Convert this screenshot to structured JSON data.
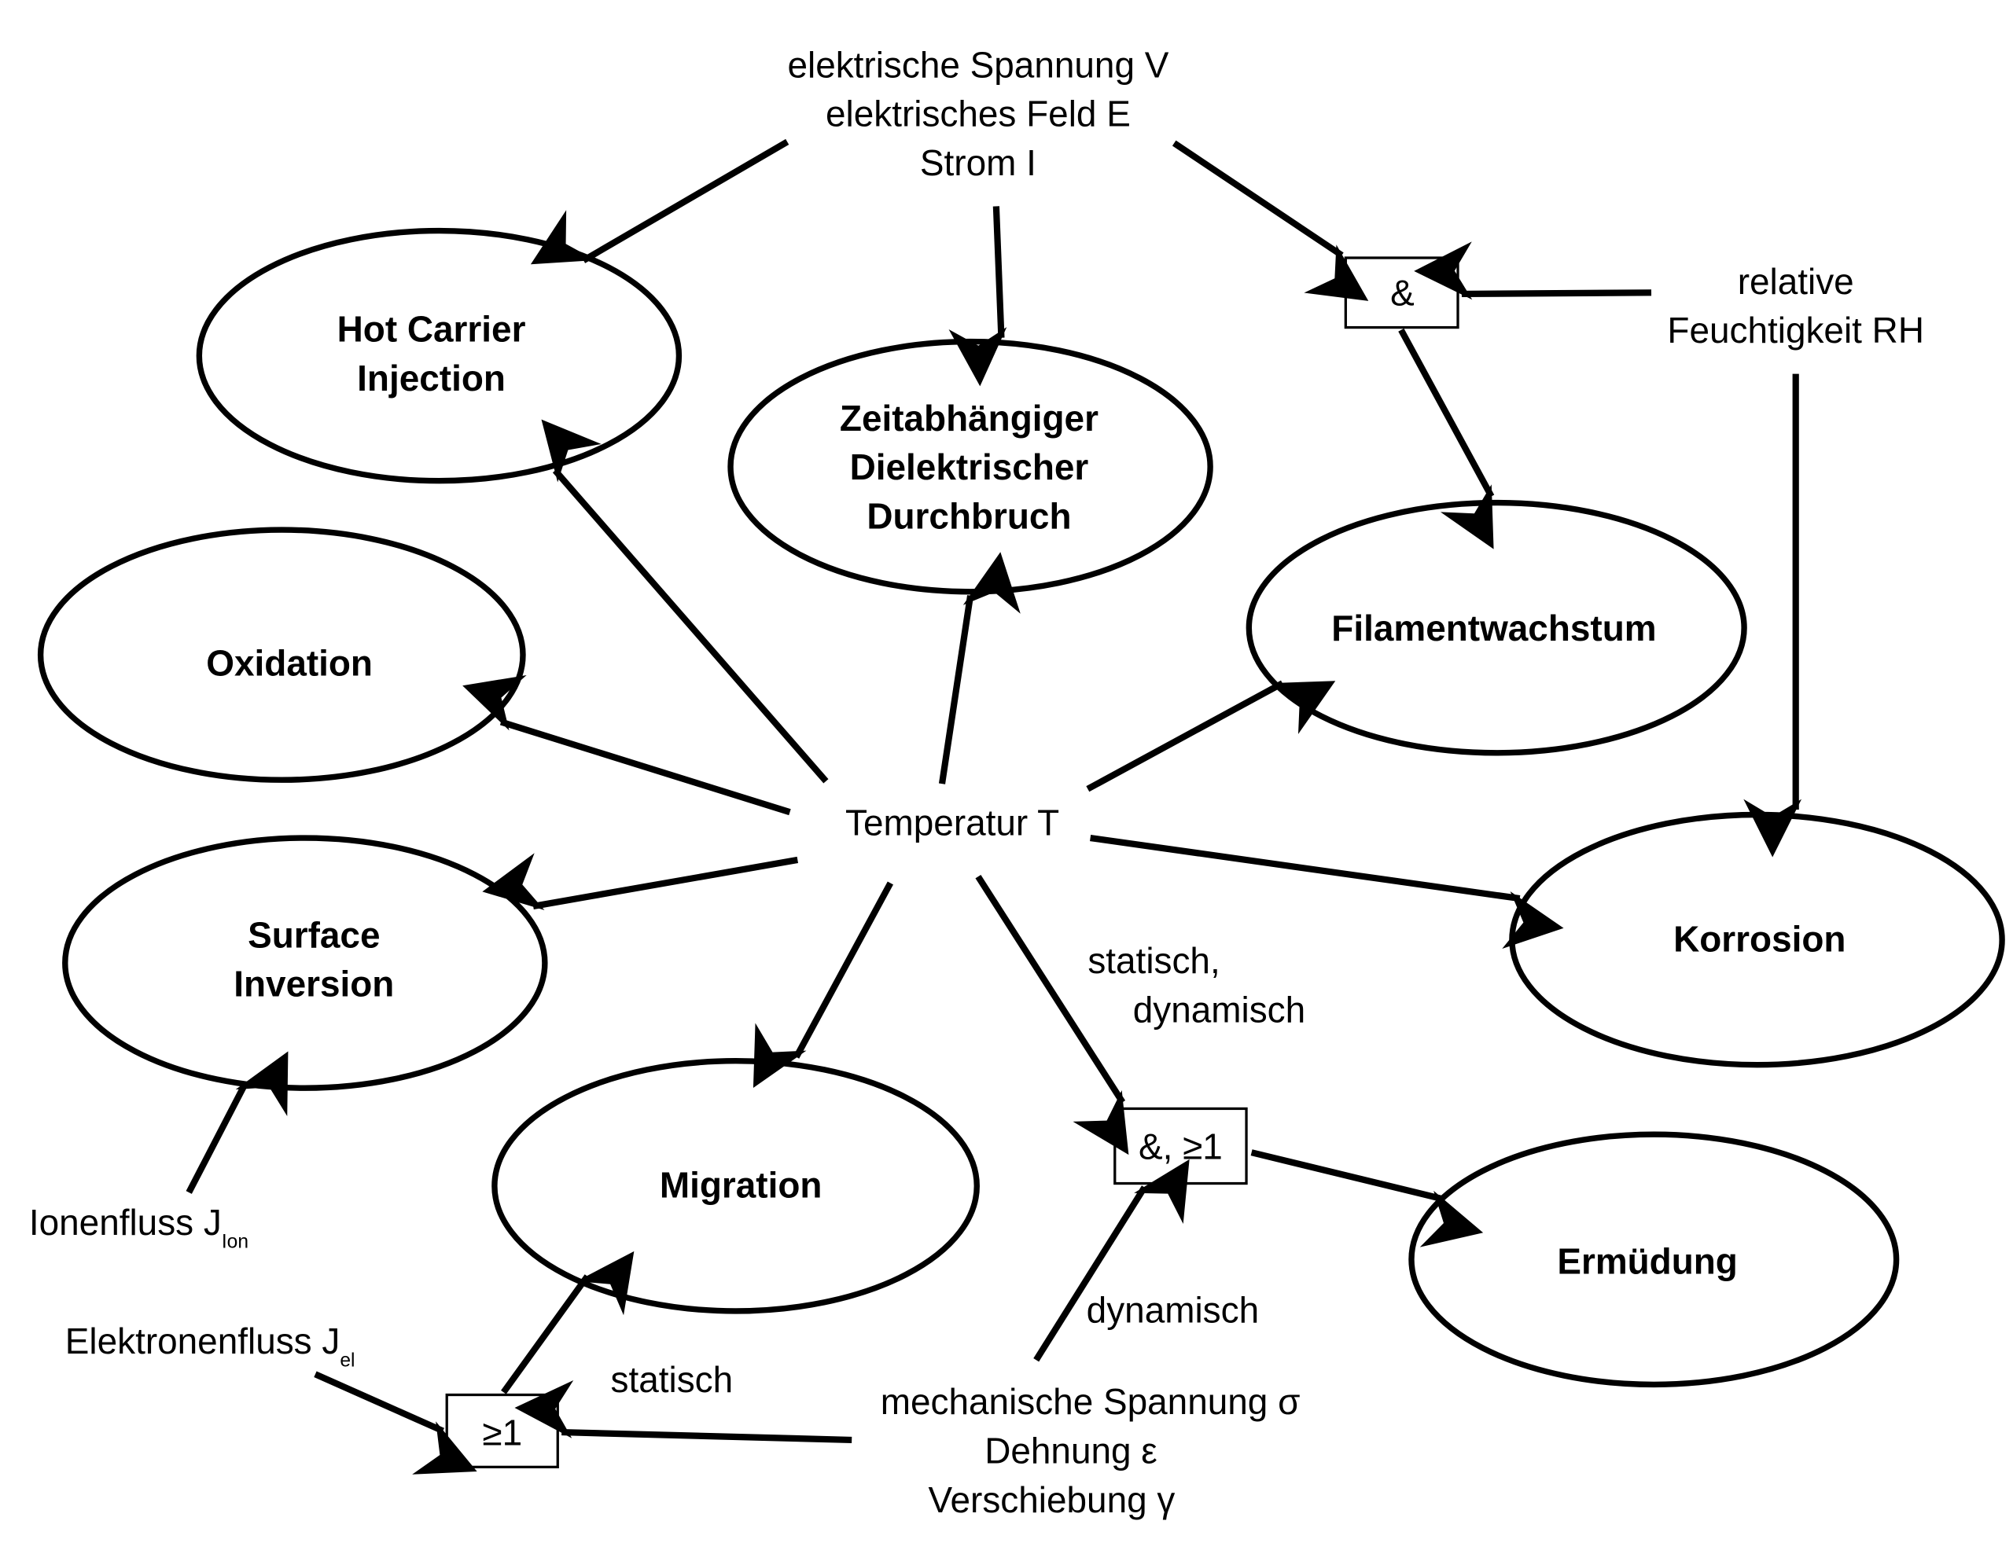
{
  "nodes": {
    "hci": [
      "Hot Carrier",
      "Injection"
    ],
    "tddb": [
      "Zeitabhängiger",
      "Dielektrischer",
      "Durchbruch"
    ],
    "filament": [
      "Filamentwachstum"
    ],
    "oxidation": [
      "Oxidation"
    ],
    "surface": [
      "Surface",
      "Inversion"
    ],
    "korrosion": [
      "Korrosion"
    ],
    "migration": [
      "Migration"
    ],
    "ermuedung": [
      "Ermüdung"
    ]
  },
  "factors": {
    "electrical": [
      "elektrische Spannung V",
      "elektrisches Feld E",
      "Strom I"
    ],
    "humidity": [
      "relative",
      "Feuchtigkeit RH"
    ],
    "temperature": "Temperatur T",
    "ion_flux": {
      "main": "Ionenfluss J",
      "sub": "Ion"
    },
    "electron_flux": {
      "main": "Elektronenfluss J",
      "sub": "el"
    },
    "mechanical": [
      "mechanische Spannung σ",
      "Dehnung ε",
      "Verschiebung γ"
    ]
  },
  "gates": {
    "and_top": "&",
    "or_bottom": "≥1",
    "and_or": "&, ≥1"
  },
  "edge_labels": {
    "static_dynamic": [
      "statisch,",
      "dynamisch"
    ],
    "dynamic": "dynamisch",
    "static": "statisch"
  }
}
